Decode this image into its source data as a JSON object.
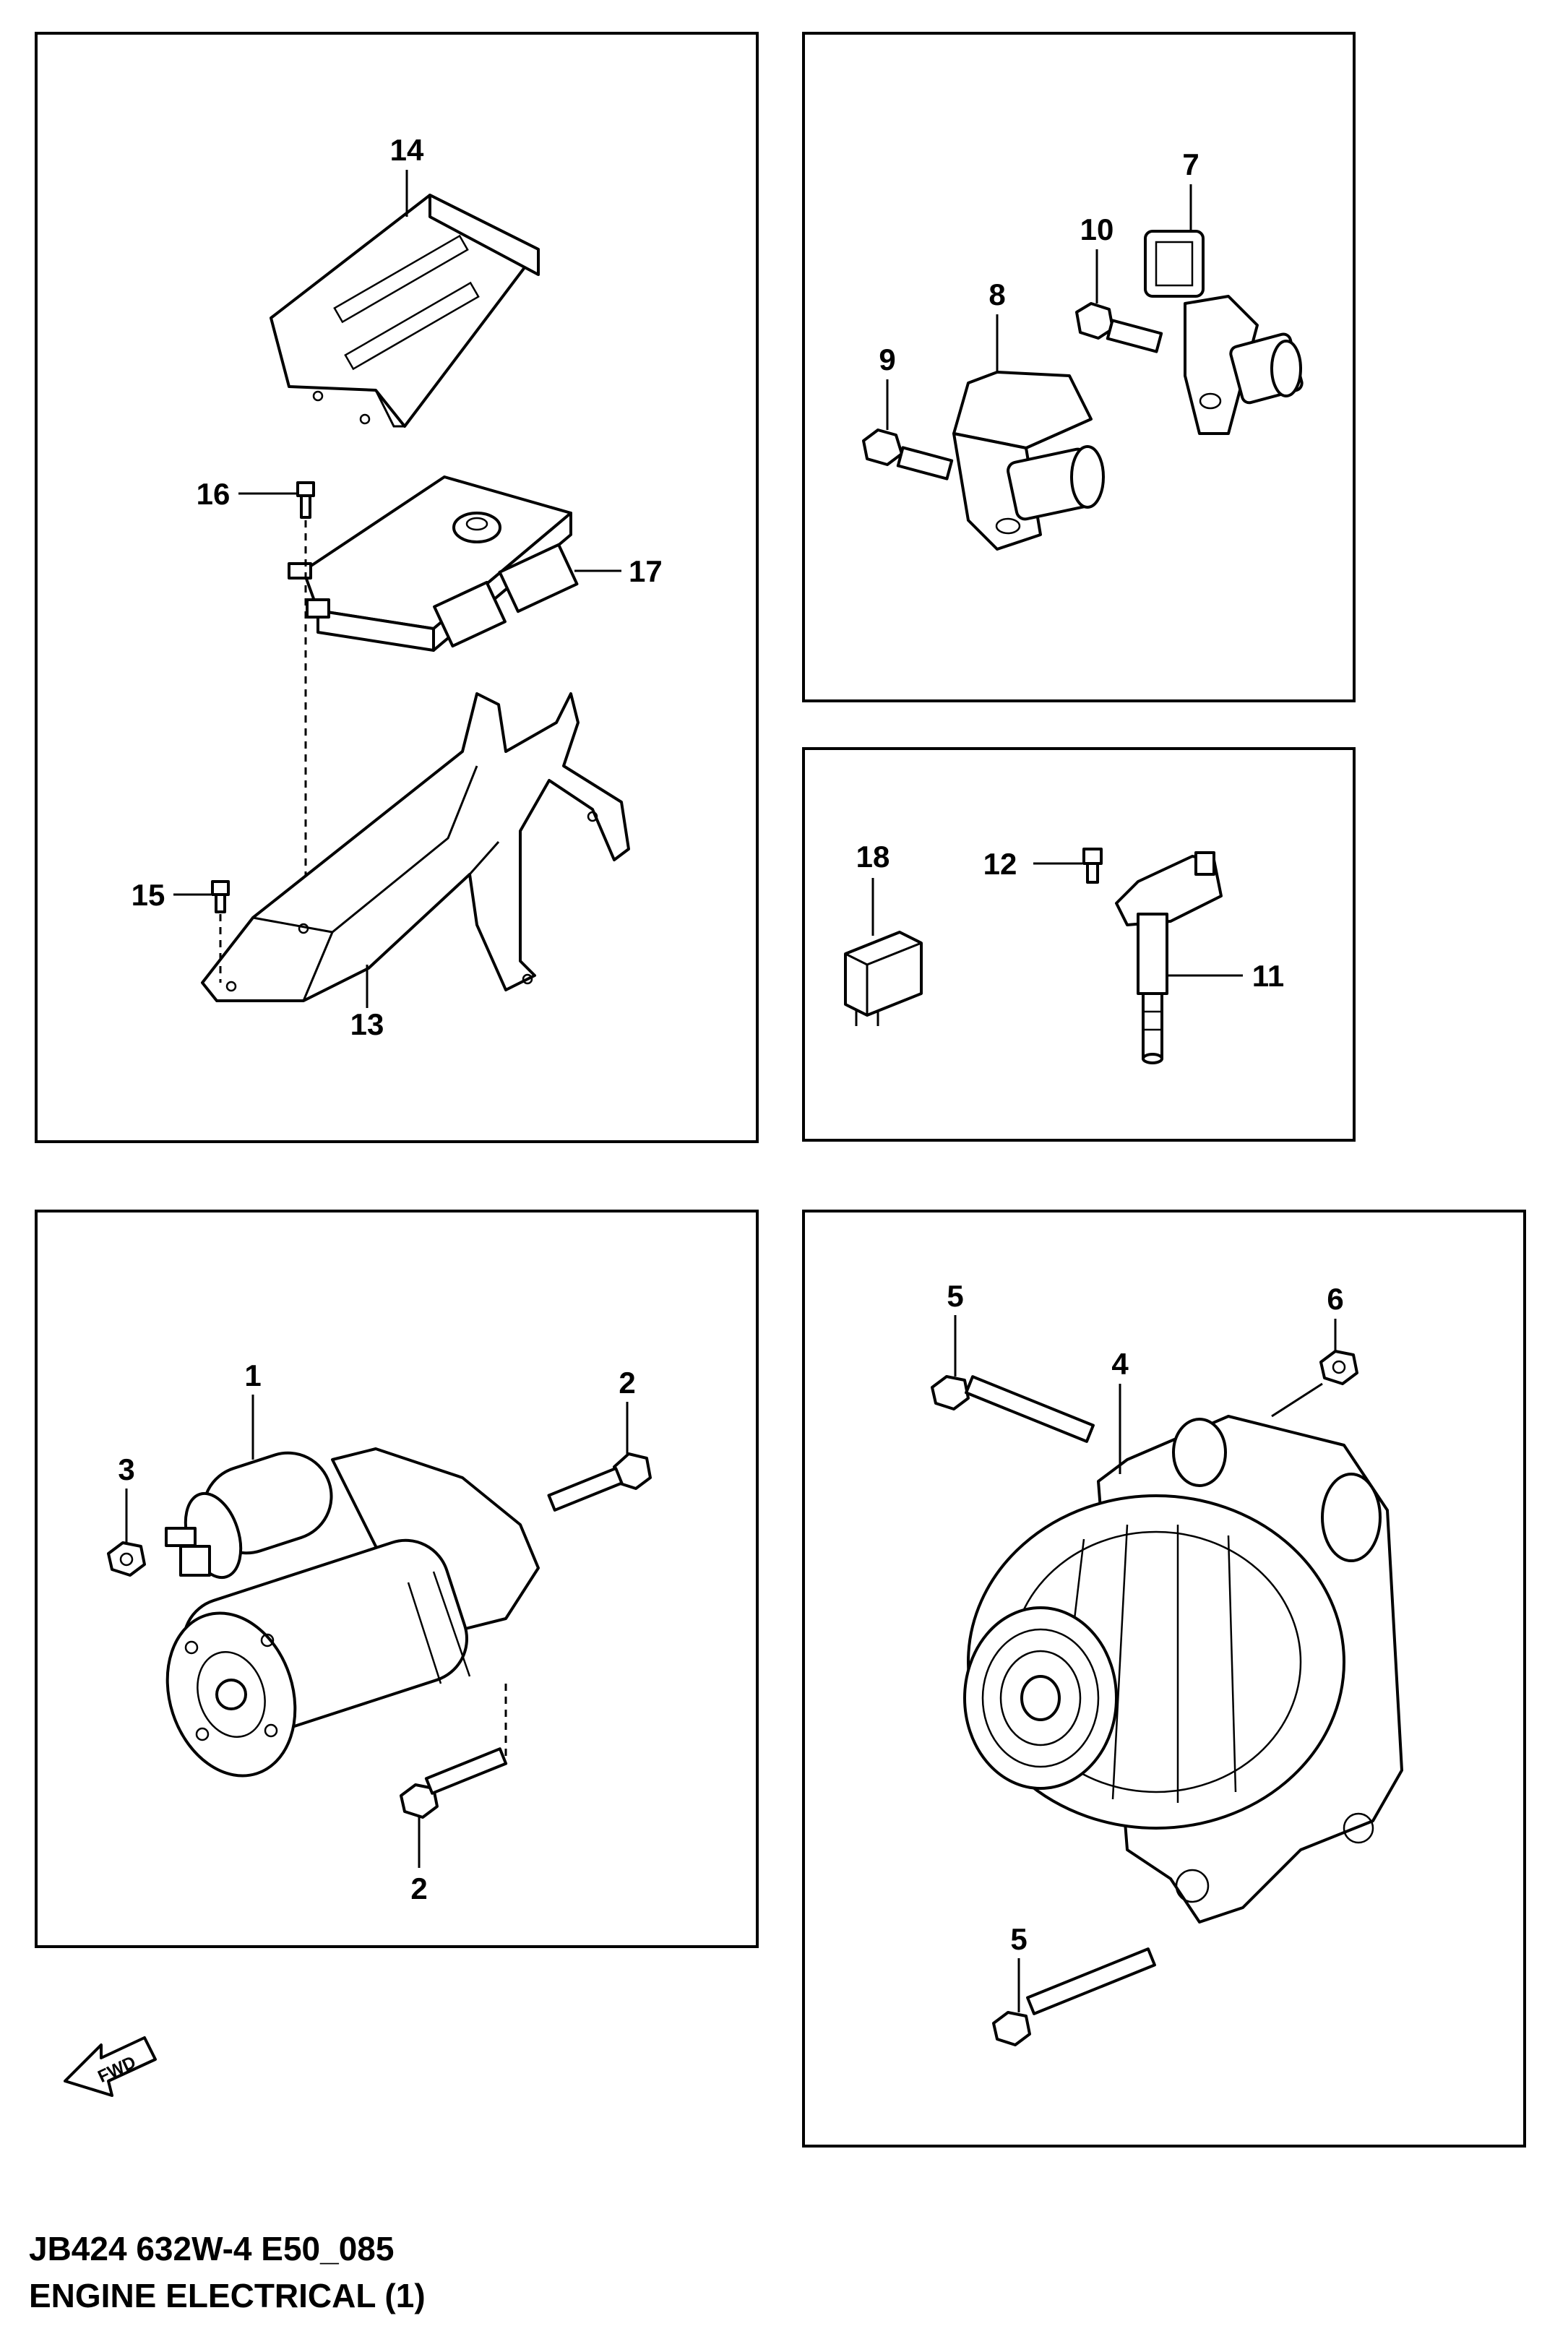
{
  "panels": [
    {
      "id": "ecm-panel",
      "callouts": [
        "14",
        "16",
        "17",
        "15",
        "13"
      ]
    },
    {
      "id": "sensor-panel",
      "callouts": [
        "7",
        "10",
        "8",
        "9"
      ]
    },
    {
      "id": "ignition-panel",
      "callouts": [
        "18",
        "12",
        "11"
      ]
    },
    {
      "id": "starter-panel",
      "callouts": [
        "1",
        "2",
        "3",
        "2"
      ]
    },
    {
      "id": "alternator-panel",
      "callouts": [
        "5",
        "6",
        "4",
        "5"
      ]
    }
  ],
  "fwd_label": "FWD",
  "footer": {
    "code": "JB424 632W-4 E50_085",
    "title": "ENGINE ELECTRICAL (1)"
  },
  "colors": {
    "line": "#000000",
    "background": "#ffffff"
  }
}
